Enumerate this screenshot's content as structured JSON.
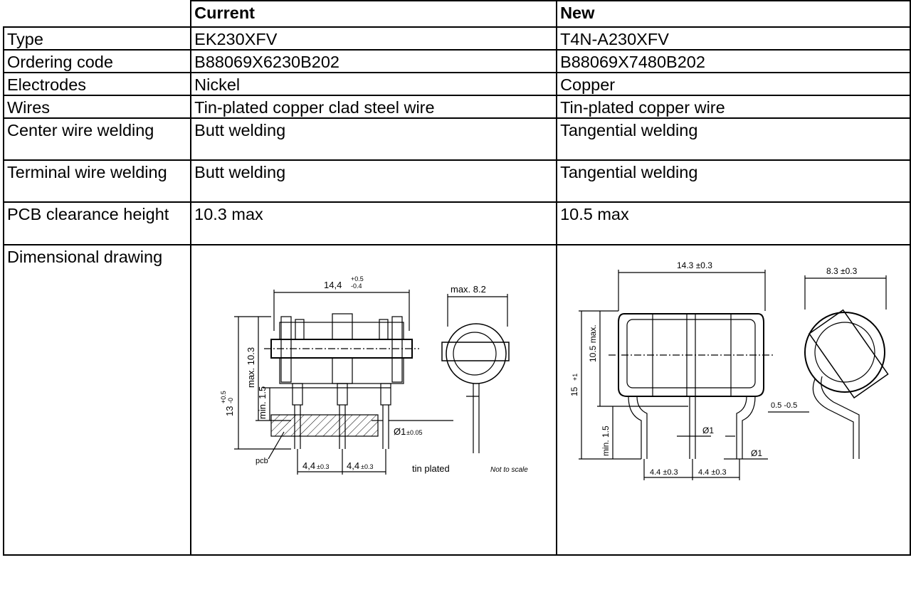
{
  "table": {
    "headers": {
      "current": "Current",
      "new": "New"
    },
    "rows": [
      {
        "label": "Type",
        "current": "EK230XFV",
        "new": "T4N-A230XFV"
      },
      {
        "label": "Ordering code",
        "current": "B88069X6230B202",
        "new": "B88069X7480B202"
      },
      {
        "label": "Electrodes",
        "current": "Nickel",
        "new": "Copper"
      },
      {
        "label": "Wires",
        "current": "Tin-plated copper clad steel wire",
        "new": "Tin-plated copper wire"
      },
      {
        "label": "Center wire welding",
        "current": "Butt welding",
        "new": "Tangential welding"
      },
      {
        "label": "Terminal wire welding",
        "current": "Butt welding",
        "new": "Tangential welding"
      },
      {
        "label": "PCB clearance height",
        "current": "10.3 max",
        "new": "10.5 max"
      },
      {
        "label": "Dimensional drawing"
      }
    ]
  },
  "drawing_current": {
    "width_dim": "14,4",
    "width_tol_plus": "+0.5",
    "width_tol_minus": "-0.4",
    "side_width": "max. 8.2",
    "height_total": "13",
    "height_total_tol_plus": "+0.5",
    "height_total_tol_minus": "-0",
    "height_max": "max. 10.3",
    "height_min": "min. 1.5",
    "wire_diameter": "Ø1",
    "wire_diameter_tol": "±0.05",
    "pitch_1": "4,4",
    "pitch_2": "4,4",
    "pitch_tol": "±0.3",
    "pcb_label": "pcb",
    "finish_label": "tin plated",
    "scale_note": "Not to scale"
  },
  "drawing_new": {
    "width_dim": "14.3 ±0.3",
    "side_width": "8.3 ±0.3",
    "height_total": "15",
    "height_total_tol": "+1",
    "height_max": "10.5 max.",
    "height_min": "min. 1.5",
    "wire_diameter_1": "Ø1",
    "wire_diameter_2": "Ø1",
    "offset_dim": "0.5 -0.5",
    "pitch_1": "4.4 ±0.3",
    "pitch_2": "4.4 ±0.3"
  }
}
